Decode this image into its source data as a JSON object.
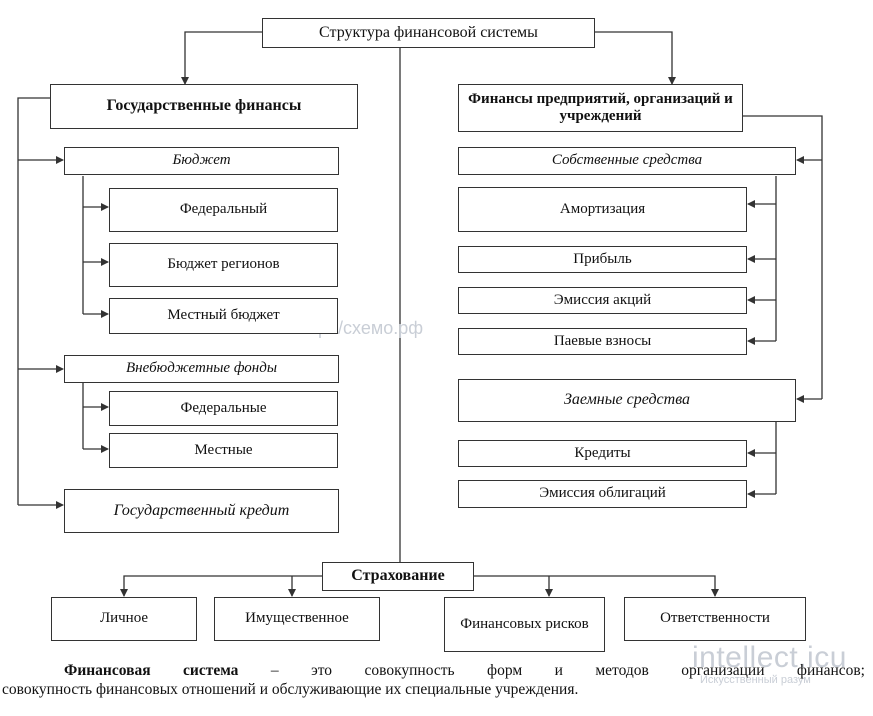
{
  "root": "Структура финансовой системы",
  "left": {
    "title": "Государственные финансы",
    "budget": "Бюджет",
    "budget_items": [
      "Федеральный",
      "Бюджет регионов",
      "Местный бюджет"
    ],
    "offbudget": "Внебюджетные фонды",
    "offbudget_items": [
      "Федеральные",
      "Местные"
    ],
    "credit": "Государственный кредит"
  },
  "right": {
    "title": "Финансы предприятий, организаций и учреждений",
    "own": "Собственные средства",
    "own_items": [
      "Амортизация",
      "Прибыль",
      "Эмиссия акций",
      "Паевые взносы"
    ],
    "borrowed": "Заемные средства",
    "borrowed_items": [
      "Кредиты",
      "Эмиссия облигаций"
    ]
  },
  "insurance": {
    "title": "Страхование",
    "items": [
      "Личное",
      "Имущественное",
      "Финансовых рисков",
      "Ответственности"
    ]
  },
  "description": {
    "term": "Финансовая система",
    "line1_rest": " – это совокупность форм и методов организации финансов;",
    "line2": "совокупность финансовых отношений и обслуживающие их специальные учреждения."
  },
  "watermark": {
    "url": "http://схемо.рф",
    "brand": "intellect.icu",
    "tagline": "Искусственный разум"
  },
  "colors": {
    "line": "#333333",
    "border": "#333333",
    "watermark": "#c9ced6"
  }
}
